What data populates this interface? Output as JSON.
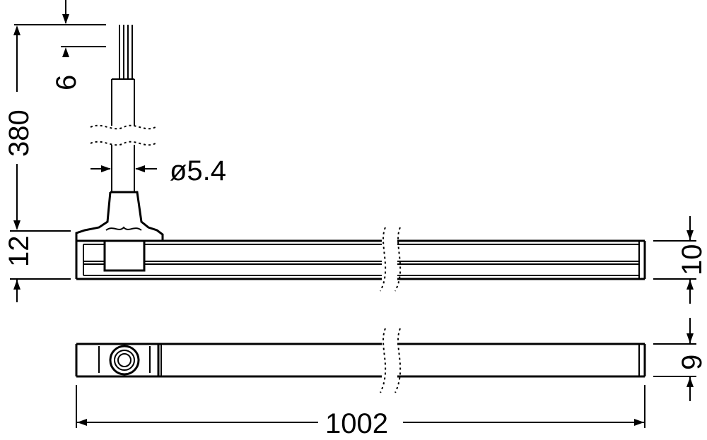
{
  "dimensions": {
    "cable_length": "380",
    "cable_strip": "6",
    "cable_diameter": "ø5.4",
    "connector_height": "12",
    "profile_height": "10",
    "bottom_height": "9",
    "total_length": "1002"
  },
  "colors": {
    "line": "#000000",
    "background": "#ffffff"
  }
}
